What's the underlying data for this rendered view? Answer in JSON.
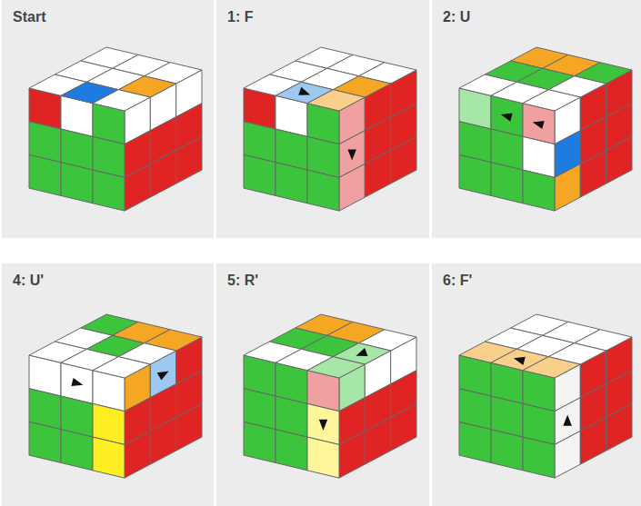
{
  "diagram": {
    "nodes": [
      {
        "text": [
          "Start"
        ]
      },
      {
        "text": [
          "1: F"
        ]
      },
      {
        "text": [
          "2: U"
        ]
      },
      {
        "text": [
          "4: U'"
        ]
      },
      {
        "text": [
          "5: R'"
        ]
      },
      {
        "text": [
          "6: F'"
        ]
      }
    ]
  }
}
